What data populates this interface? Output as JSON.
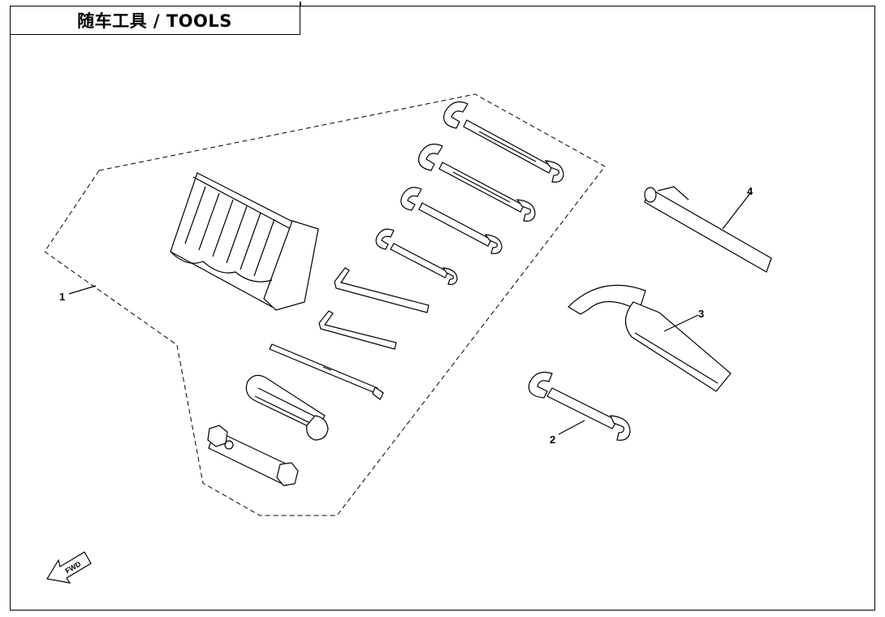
{
  "header": {
    "title": "随车工具 / TOOLS"
  },
  "callouts": [
    {
      "id": "1",
      "label": "1"
    },
    {
      "id": "2",
      "label": "2"
    },
    {
      "id": "3",
      "label": "3"
    },
    {
      "id": "4",
      "label": "4"
    }
  ],
  "fwd_arrow": {
    "label": "FWD"
  },
  "colors": {
    "line": "#000000",
    "background": "#ffffff"
  }
}
